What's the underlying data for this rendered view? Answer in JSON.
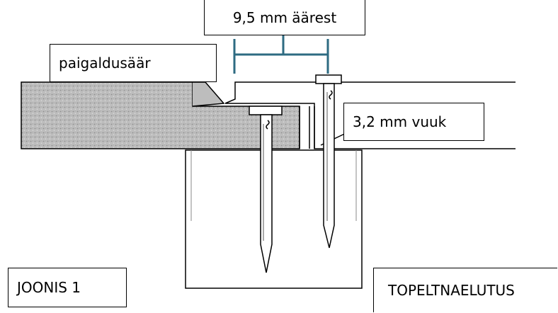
{
  "labels": {
    "distance": "9,5 mm äärest",
    "install_edge": "paigaldusäär",
    "gap": "3,2 mm vuuk",
    "figure": "JOONIS 1",
    "title": "TOPELTNAELUTUS"
  },
  "colors": {
    "board_fill": "#bdbdbd",
    "dimension_line": "#2e6b82",
    "outline": "#000000",
    "background": "#ffffff"
  }
}
